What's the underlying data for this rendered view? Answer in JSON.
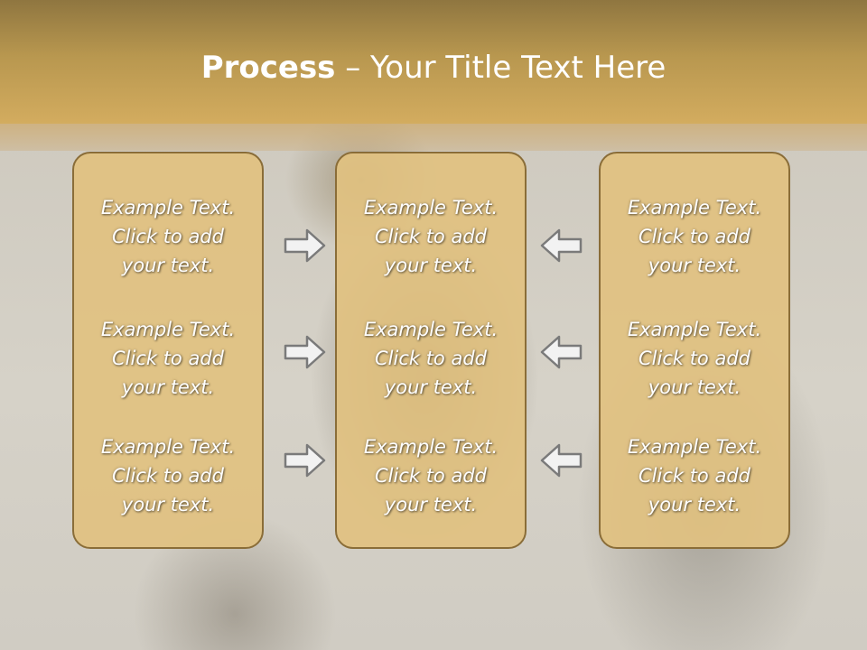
{
  "slide": {
    "title_bold": "Process",
    "title_rest": " – Your Title Text Here"
  },
  "columns": [
    {
      "items": [
        "Example Text.\nClick  to add\nyour text.",
        "Example Text.\nClick  to add\nyour text.",
        "Example Text.\nClick  to add\nyour text."
      ]
    },
    {
      "items": [
        "Example Text.\nClick  to add\nyour text.",
        "Example Text.\nClick  to add\nyour text.",
        "Example Text.\nClick  to add\nyour text."
      ]
    },
    {
      "items": [
        "Example Text.\nClick  to add\nyour text.",
        "Example Text.\nClick  to add\nyour text.",
        "Example Text.\nClick  to add\nyour text."
      ]
    }
  ],
  "icons": {
    "left_arrows": "arrow-right-icon",
    "right_arrows": "arrow-left-icon"
  },
  "colors": {
    "header": "#b8974f",
    "box_fill": "#e1c180",
    "box_border": "#8a6d38",
    "arrow_fill": "#f2f2f2",
    "arrow_stroke": "#7a7a7a"
  }
}
